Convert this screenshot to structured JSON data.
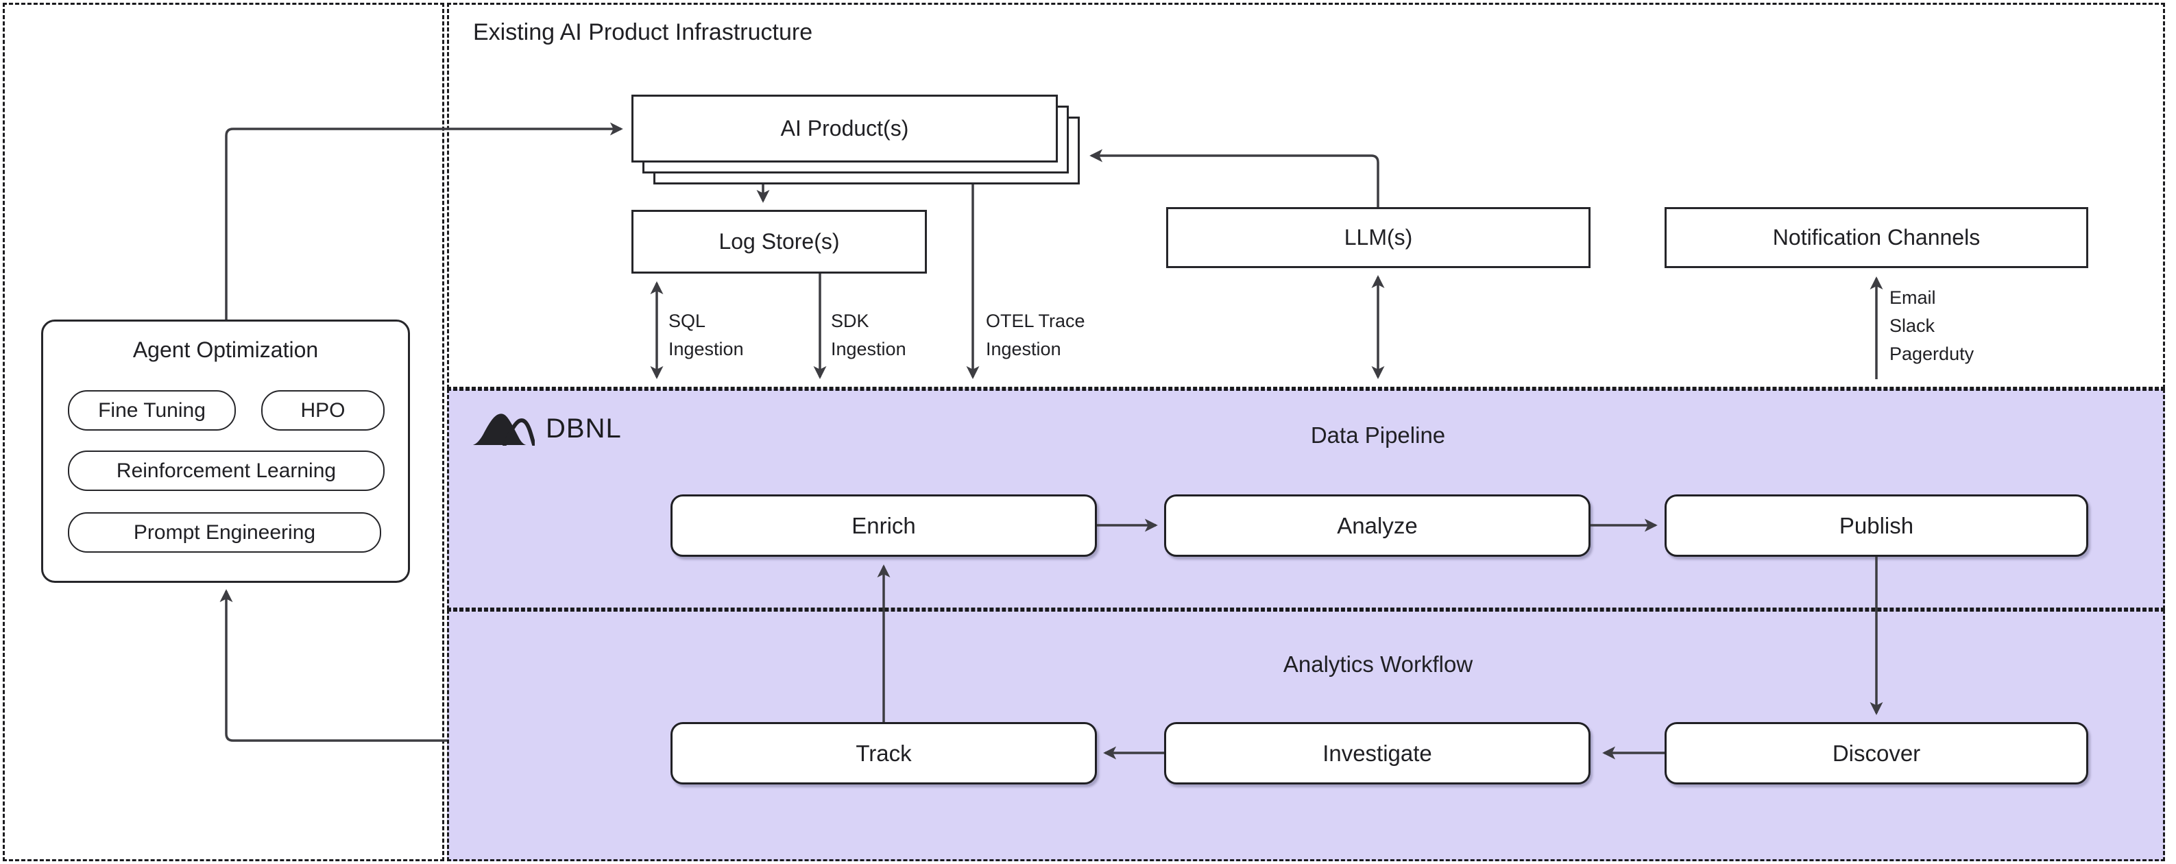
{
  "diagram": {
    "infrastructure": {
      "title": "Existing AI Product Infrastructure"
    },
    "brand": "DBNL",
    "sections": {
      "data_pipeline": "Data Pipeline",
      "analytics_workflow": "Analytics Workflow"
    },
    "nodes": {
      "ai_products": "AI Product(s)",
      "log_stores": "Log Store(s)",
      "llms": "LLM(s)",
      "notification_channels": "Notification Channels",
      "enrich": "Enrich",
      "analyze": "Analyze",
      "publish": "Publish",
      "track": "Track",
      "investigate": "Investigate",
      "discover": "Discover"
    },
    "agent_optimization": {
      "title": "Agent Optimization",
      "methods": [
        "Fine Tuning",
        "HPO",
        "Reinforcement Learning",
        "Prompt Engineering"
      ]
    },
    "edge_labels": {
      "sql": [
        "SQL",
        "Ingestion"
      ],
      "sdk": [
        "SDK",
        "Ingestion"
      ],
      "otel": [
        "OTEL Trace",
        "Ingestion"
      ],
      "notification": [
        "Email",
        "Slack",
        "Pagerduty"
      ]
    },
    "colors": {
      "section_bg": "#d9d3f7",
      "ink": "#202024",
      "line": "#3d3d42"
    }
  }
}
